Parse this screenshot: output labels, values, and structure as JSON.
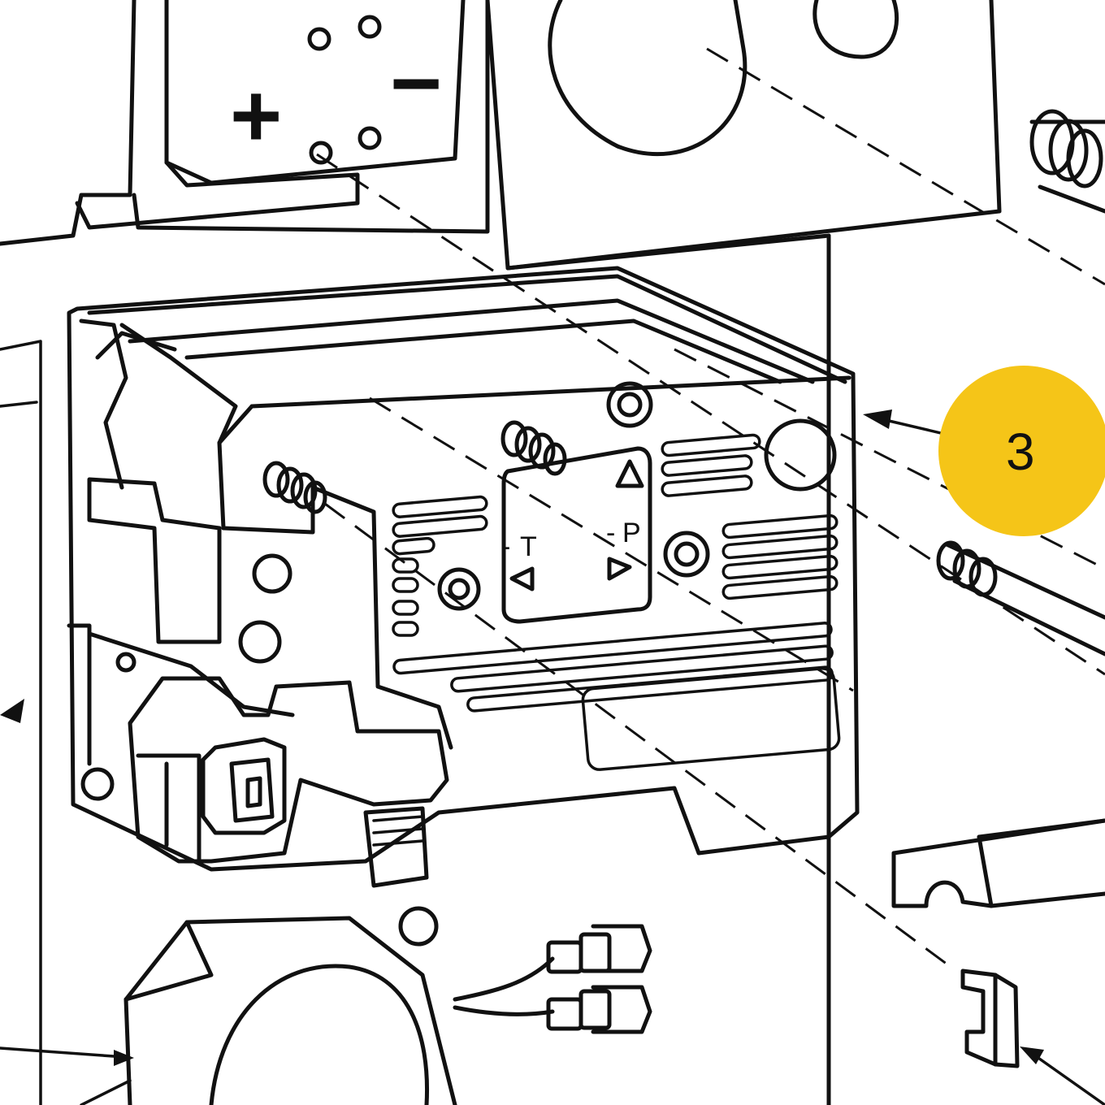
{
  "diagram": {
    "symbols": {
      "plus": "+",
      "minus": "−",
      "temp": "T",
      "pressure": "P",
      "dash_temp": "-",
      "dash_pressure": "-"
    },
    "callout": {
      "number": "3",
      "color": "#f5c518"
    },
    "icons": {
      "up_triangle": "triangle-up-icon",
      "left_triangle": "triangle-left-icon",
      "right_triangle": "triangle-right-icon"
    }
  }
}
